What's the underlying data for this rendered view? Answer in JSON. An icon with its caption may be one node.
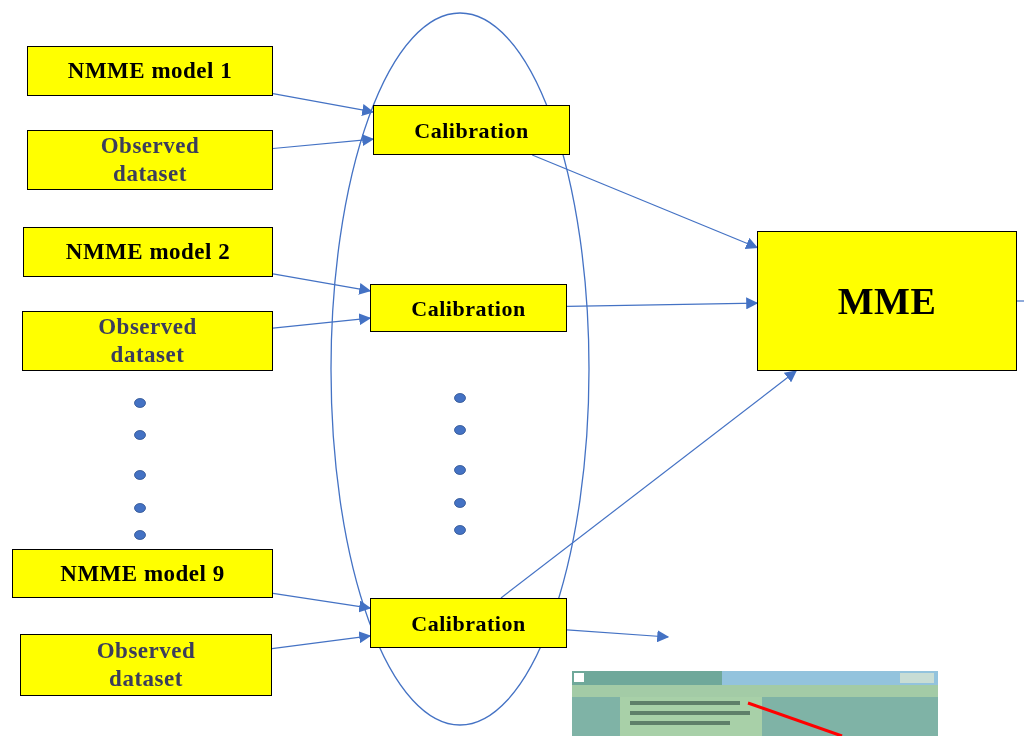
{
  "diagram": {
    "nodes": [
      {
        "text": [
          "NMME model 1"
        ]
      },
      {
        "text": [
          "Observed dataset"
        ]
      },
      {
        "text": [
          "NMME model 2"
        ]
      },
      {
        "text": [
          "Observed dataset"
        ]
      },
      {
        "text": [
          "NMME model 9"
        ]
      },
      {
        "text": [
          "Observed dataset"
        ]
      },
      {
        "text": [],
        "shape": "ellipse"
      },
      {
        "text": [
          "Calibration"
        ],
        "in": 6
      },
      {
        "text": [
          "Calibration"
        ],
        "in": 6
      },
      {
        "text": [
          "Calibration"
        ],
        "in": 6
      },
      {
        "text": [
          "MME"
        ]
      }
    ],
    "edges": [
      {
        "from": 0,
        "to": 7,
        "arrow": "to"
      },
      {
        "from": 1,
        "to": 7,
        "arrow": "to"
      },
      {
        "from": 2,
        "to": 8,
        "arrow": "to"
      },
      {
        "from": 3,
        "to": 8,
        "arrow": "to"
      },
      {
        "from": 4,
        "to": 9,
        "arrow": "to"
      },
      {
        "from": 5,
        "to": 9,
        "arrow": "to"
      },
      {
        "from": 7,
        "to": 10,
        "arrow": "to"
      },
      {
        "from": 8,
        "to": 10,
        "arrow": "to"
      },
      {
        "from": 9,
        "to": 10,
        "arrow": "to"
      },
      {
        "from": 9,
        "to": null,
        "arrow": "to"
      },
      {
        "from": 10,
        "to": null,
        "arrow": "none"
      }
    ]
  }
}
